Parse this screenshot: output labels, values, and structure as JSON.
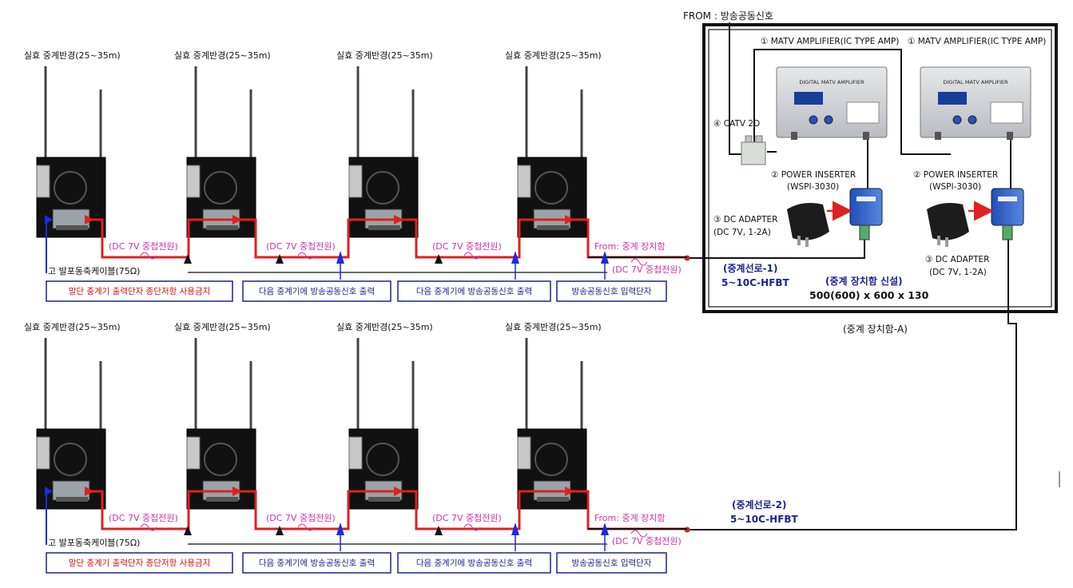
{
  "header": {
    "from_label": "FROM : 방송공동신호",
    "enclosure_caption": "(중계 장치함-A)"
  },
  "enclosure": {
    "amp_label_1": "① MATV AMPLIFIER(IC TYPE AMP)",
    "amp_label_2": "① MATV AMPLIFIER(IC TYPE AMP)",
    "amp_faceplate": "DIGITAL MATV AMPLIFIER",
    "catv_label": "④ CATV 2D",
    "inserter_label_1": "② POWER INSERTER",
    "inserter_model_1": "(WSPI-3030)",
    "inserter_label_2": "② POWER INSERTER",
    "inserter_model_2": "(WSPI-3030)",
    "adapter_label_1": "③ DC ADAPTER",
    "adapter_spec_1": "(DC 7V, 1-2A)",
    "adapter_label_2": "③ DC ADAPTER",
    "adapter_spec_2": "(DC 7V, 1-2A)",
    "line1_title": "(중계선로-1)",
    "line1_cable": "5~10C-HFBT",
    "box_title": "(중계 장치함 신설)",
    "box_size": "500(600) x 600 x 130"
  },
  "line2": {
    "title": "(중계선로-2)",
    "cable": "5~10C-HFBT"
  },
  "rows": [
    {
      "repeaters": [
        {
          "range": "실효 중계반경(25~35m)"
        },
        {
          "range": "실효 중계반경(25~35m)"
        },
        {
          "range": "실효 중계반경(25~35m)"
        },
        {
          "range": "실효 중계반경(25~35m)"
        }
      ],
      "power_labels": [
        "(DC 7V 중첩전원)",
        "(DC 7V 중첩전원)",
        "(DC 7V 중첩전원)"
      ],
      "from_label": "From: 중계 장치함",
      "input_power_label": "(DC 7V 중첩전원)",
      "cable_label": "고 발포동축케이블(75Ω)",
      "boxes": [
        "말단 중계기 출력단자 종단저항 사용금지",
        "다음 중계기에 방송공동신호 출력",
        "다음 중계기에 방송공동신호 출력",
        "방송공동신호 입력단자"
      ]
    },
    {
      "repeaters": [
        {
          "range": "실효 중계반경(25~35m)"
        },
        {
          "range": "실효 중계반경(25~35m)"
        },
        {
          "range": "실효 중계반경(25~35m)"
        },
        {
          "range": "실효 중계반경(25~35m)"
        }
      ],
      "power_labels": [
        "(DC 7V 중첩전원)",
        "(DC 7V 중첩전원)",
        "(DC 7V 중첩전원)"
      ],
      "from_label": "From: 중계 장치함",
      "input_power_label": "(DC 7V 중첩전원)",
      "cable_label": "고 발포동축케이블(75Ω)",
      "boxes": [
        "말단 중계기 출력단자 종단저항 사용금지",
        "다음 중계기에 방송공동신호 출력",
        "다음 중계기에 방송공동신호 출력",
        "방송공동신호 입력단자"
      ]
    }
  ],
  "colors": {
    "power_line": "#e02020",
    "power_text": "#cc33aa",
    "signal_arrow": "#1a2be0",
    "box_text_blue": "#1a2390",
    "box_text_red": "#d01010",
    "cable_black": "#111111"
  }
}
